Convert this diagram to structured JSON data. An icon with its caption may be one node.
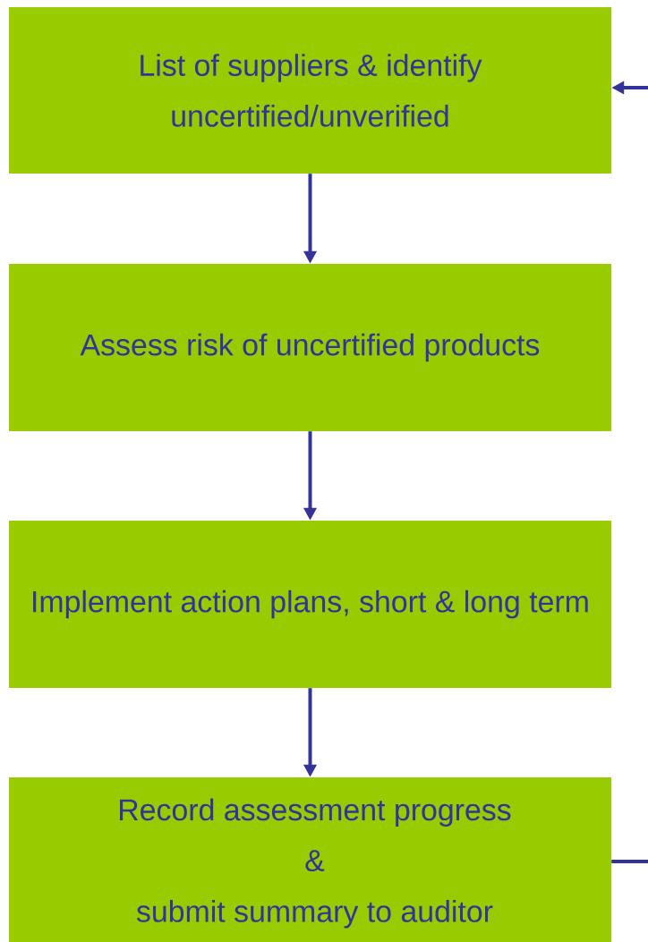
{
  "diagram": {
    "nodes": [
      {
        "text": [
          "List of suppliers & identify uncertified/unverified"
        ]
      },
      {
        "text": [
          "Assess risk of uncertified products"
        ]
      },
      {
        "text": [
          "Implement action plans, short & long term"
        ]
      },
      {
        "text": [
          "Record assessment progress & submit summary to auditor"
        ]
      }
    ],
    "edges": [
      {
        "from": 0,
        "to": 1,
        "arrow": "to"
      },
      {
        "from": 1,
        "to": 2,
        "arrow": "to"
      },
      {
        "from": 2,
        "to": 3,
        "arrow": "to"
      },
      {
        "from": null,
        "to": 0,
        "arrow": "to"
      },
      {
        "from": 3,
        "to": null,
        "arrow": "none"
      }
    ]
  }
}
